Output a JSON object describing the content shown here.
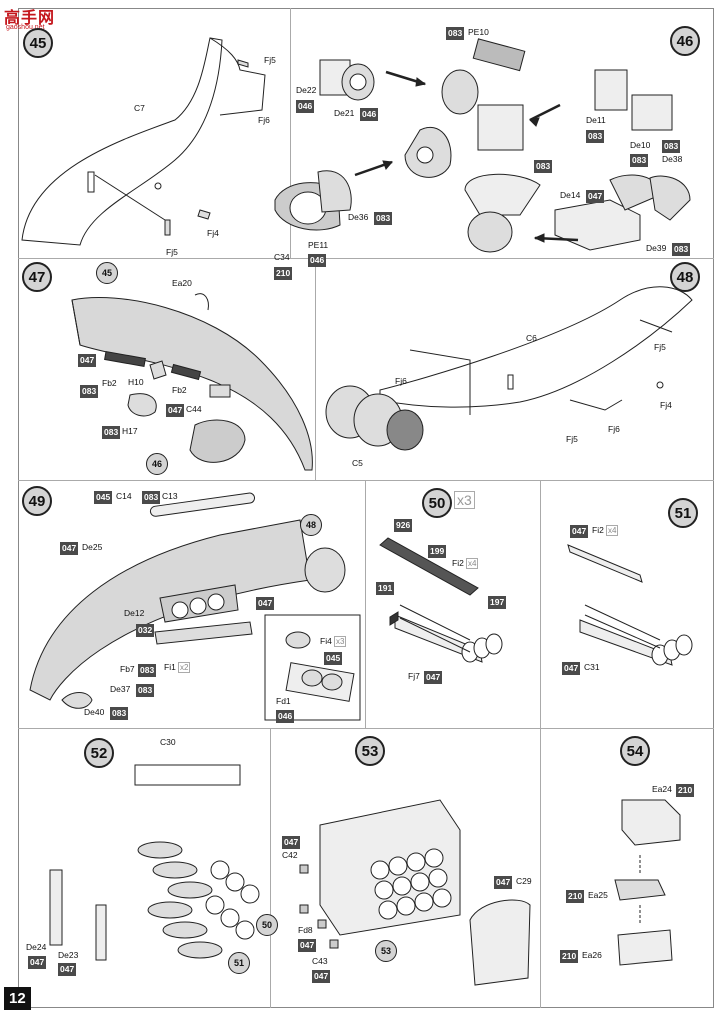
{
  "watermark": {
    "title": "高手网",
    "url": "gaoshou.net"
  },
  "page_number": "12",
  "steps": {
    "s45": "45",
    "s46": "46",
    "s47": "47",
    "s48": "48",
    "s49": "49",
    "s50": "50",
    "s51": "51",
    "s52": "52",
    "s53": "53",
    "s54": "54"
  },
  "refs": {
    "r45": "45",
    "r46": "46",
    "r48": "48",
    "r50": "50",
    "r51": "51",
    "r53": "53"
  },
  "multipliers": {
    "m50": "x3",
    "fi2a": "x4",
    "fi2b": "x4",
    "fi1": "x2",
    "fi4": "x3"
  },
  "labels": {
    "pe10": "PE10",
    "fj5a": "Fj5",
    "fj6a": "Fj6",
    "c7": "C7",
    "fj4a": "Fj4",
    "fj5b": "Fj5",
    "de22": "De22",
    "de21": "De21",
    "de36": "De36",
    "c34": "C34",
    "pe11": "PE11",
    "de11": "De11",
    "de10": "De10",
    "de38": "De38",
    "de14": "De14",
    "de39": "De39",
    "ea20": "Ea20",
    "fb2a": "Fb2",
    "h10": "H10",
    "fb2b": "Fb2",
    "c44": "C44",
    "h17": "H17",
    "c6": "C6",
    "fj5c": "Fj5",
    "fj6b": "Fj6",
    "fj4b": "Fj4",
    "fj5d": "Fj5",
    "fj6c": "Fj6",
    "c5": "C5",
    "c14": "C14",
    "c13": "C13",
    "de25": "De25",
    "de12": "De12",
    "fb7": "Fb7",
    "de37": "De37",
    "de40": "De40",
    "fi1": "Fi1",
    "fi4": "Fi4",
    "fd1": "Fd1",
    "fi2a": "Fi2",
    "fj7": "Fj7",
    "fi2b": "Fi2",
    "c31": "C31",
    "c30": "C30",
    "de24": "De24",
    "de23": "De23",
    "c42": "C42",
    "fd8": "Fd8",
    "c43": "C43",
    "c29": "C29",
    "ea24": "Ea24",
    "ea25": "Ea25",
    "ea26": "Ea26"
  },
  "codes": {
    "pe10": "083",
    "de22": "046",
    "de21": "046",
    "de36": "083",
    "c34": "210",
    "pe11": "046",
    "assy46": "083",
    "de11": "083",
    "de10": "083",
    "de38": "083",
    "de14": "047",
    "de39": "083",
    "s47a": "047",
    "s47b": "083",
    "c44": "047",
    "h17": "083",
    "c14": "045",
    "c13": "083",
    "de25": "047",
    "s49a": "032",
    "s49b": "047",
    "fb7": "083",
    "de37": "083",
    "de40": "083",
    "fi4": "045",
    "fd1": "046",
    "c926": "926",
    "c199": "199",
    "c191": "191",
    "c197": "197",
    "fj7": "047",
    "fi2b": "047",
    "c31": "047",
    "de24": "047",
    "de23": "047",
    "c42": "047",
    "fd8": "047",
    "c43": "047",
    "c29": "047",
    "ea24": "210",
    "ea25": "210",
    "ea26": "210"
  }
}
